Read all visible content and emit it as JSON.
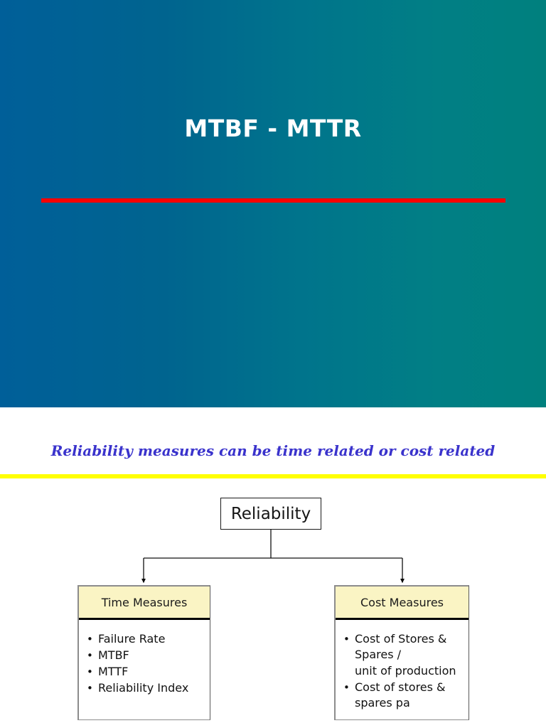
{
  "slide": {
    "title": "MTBF - MTTR",
    "subtitle": "Reliability measures can be time related or cost related"
  },
  "colors": {
    "banner_gradient_start": "#005f99",
    "banner_gradient_end": "#00807e",
    "title_text": "#ffffff",
    "title_rule": "#fa0000",
    "subtitle_text": "#3a33cc",
    "divider": "#ffff00",
    "node_header_fill": "#faf4c4",
    "node_border": "#000000"
  },
  "diagram": {
    "root": {
      "label": "Reliability"
    },
    "branches": [
      {
        "header": "Time Measures",
        "items": [
          "Failure Rate",
          "MTBF",
          "MTTF",
          "Reliability Index"
        ]
      },
      {
        "header": "Cost Measures",
        "items": [
          "Cost of Stores &\nSpares /",
          "unit of production",
          "Cost of stores &\nspares pa"
        ]
      }
    ]
  }
}
